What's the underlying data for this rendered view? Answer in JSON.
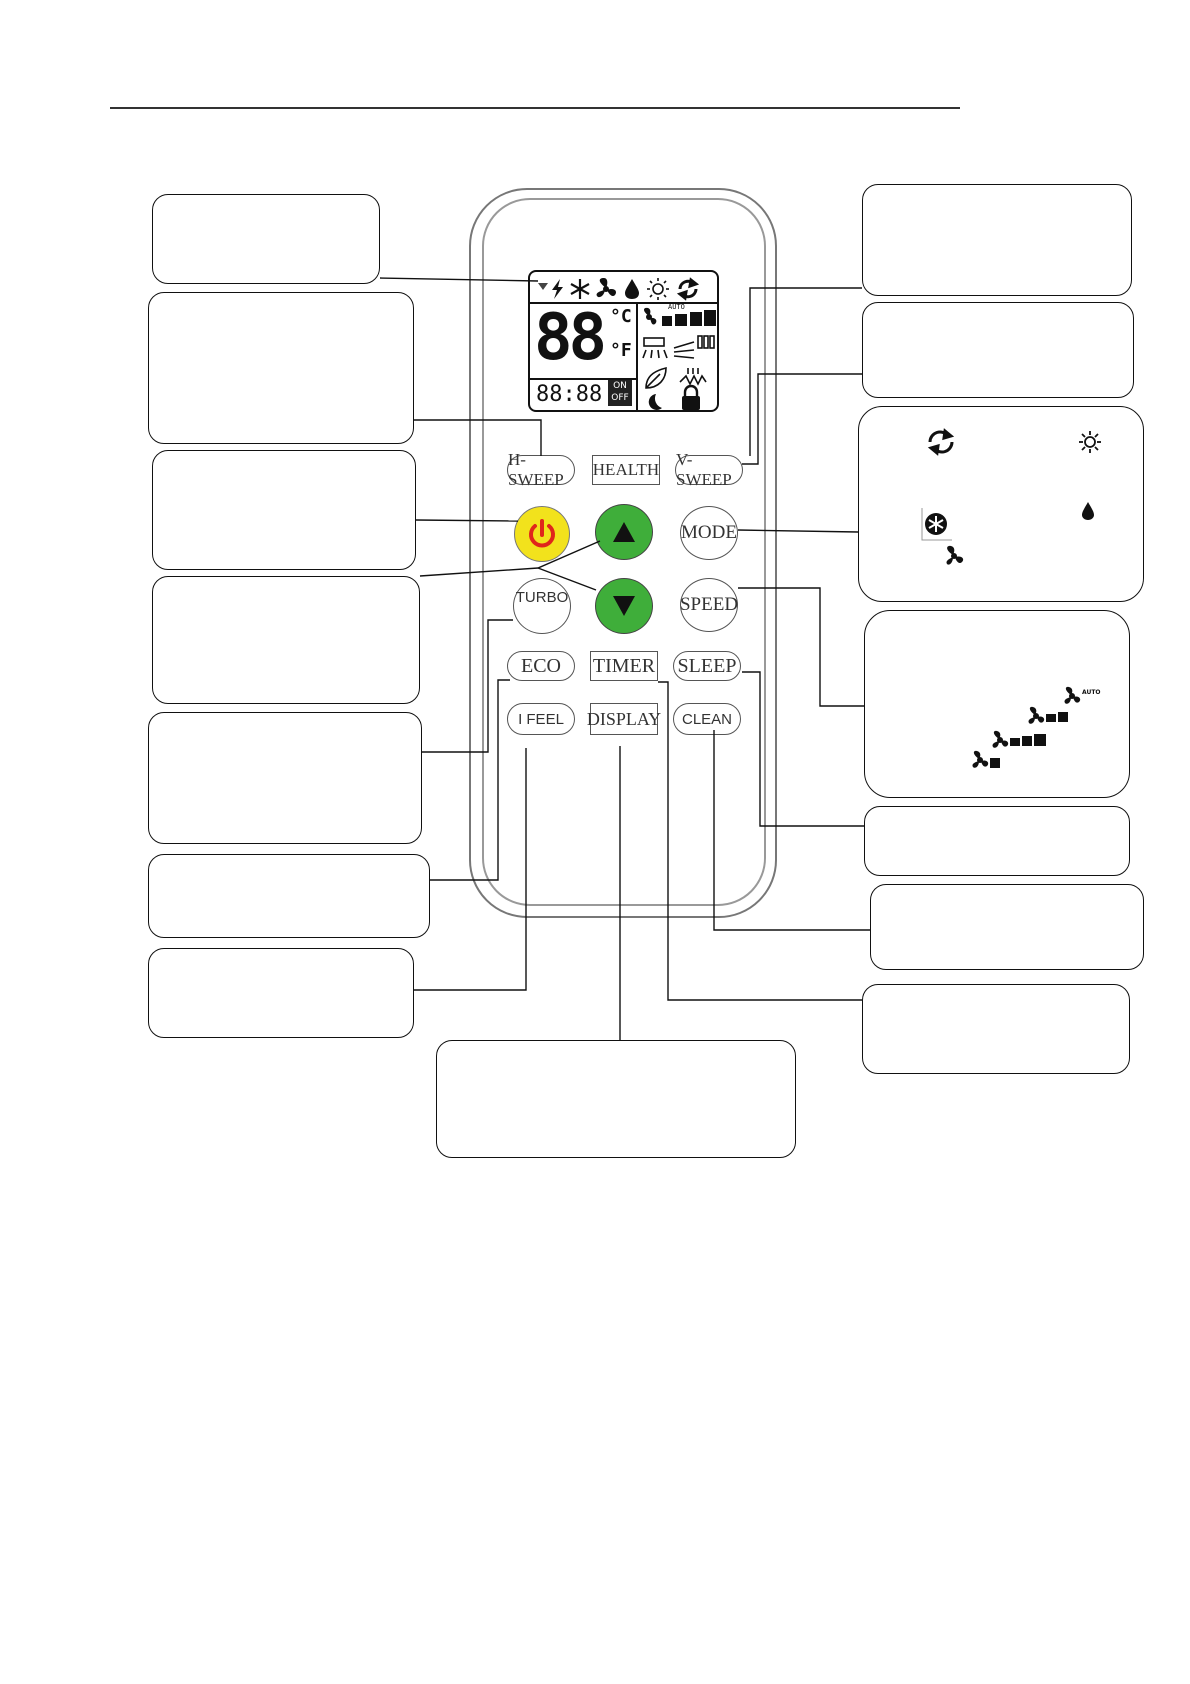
{
  "remote": {
    "lcd": {
      "temp_digits": "88",
      "celsius": "°C",
      "fahrenheit": "°F",
      "clock": "88:88",
      "on_label": "ON",
      "off_label": "OFF",
      "fan_auto": "AUTO"
    },
    "buttons": {
      "h_sweep": "H-SWEEP",
      "health": "HEALTH",
      "v_sweep": "V-SWEEP",
      "mode": "MODE",
      "turbo": "TURBO",
      "speed": "SPEED",
      "eco": "ECO",
      "timer": "TIMER",
      "sleep": "SLEEP",
      "i_feel": "I FEEL",
      "display": "DISPLAY",
      "clean": "CLEAN"
    },
    "colors": {
      "power": "#f2e21c",
      "power_icon": "#e0261b",
      "arrows": "#3fae3a"
    }
  },
  "legends": {
    "speed_auto": "AUTO"
  }
}
